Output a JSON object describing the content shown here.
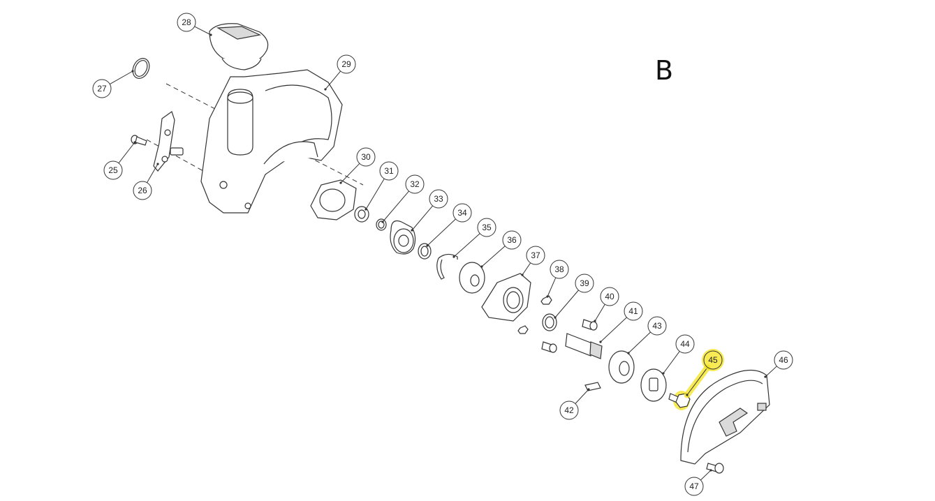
{
  "diagram": {
    "section_label": "B",
    "highlight_color": "#f4e31c",
    "callouts": [
      {
        "id": "c25",
        "label": "25"
      },
      {
        "id": "c26",
        "label": "26"
      },
      {
        "id": "c27",
        "label": "27"
      },
      {
        "id": "c28",
        "label": "28"
      },
      {
        "id": "c29",
        "label": "29"
      },
      {
        "id": "c30",
        "label": "30"
      },
      {
        "id": "c31",
        "label": "31"
      },
      {
        "id": "c32",
        "label": "32"
      },
      {
        "id": "c33",
        "label": "33"
      },
      {
        "id": "c34",
        "label": "34"
      },
      {
        "id": "c35",
        "label": "35"
      },
      {
        "id": "c36",
        "label": "36"
      },
      {
        "id": "c37",
        "label": "37"
      },
      {
        "id": "c38",
        "label": "38"
      },
      {
        "id": "c39",
        "label": "39"
      },
      {
        "id": "c40",
        "label": "40"
      },
      {
        "id": "c41",
        "label": "41"
      },
      {
        "id": "c42",
        "label": "42"
      },
      {
        "id": "c43",
        "label": "43"
      },
      {
        "id": "c44",
        "label": "44"
      },
      {
        "id": "c45",
        "label": "45",
        "highlighted": true
      },
      {
        "id": "c46",
        "label": "46"
      },
      {
        "id": "c47",
        "label": "47"
      }
    ]
  }
}
